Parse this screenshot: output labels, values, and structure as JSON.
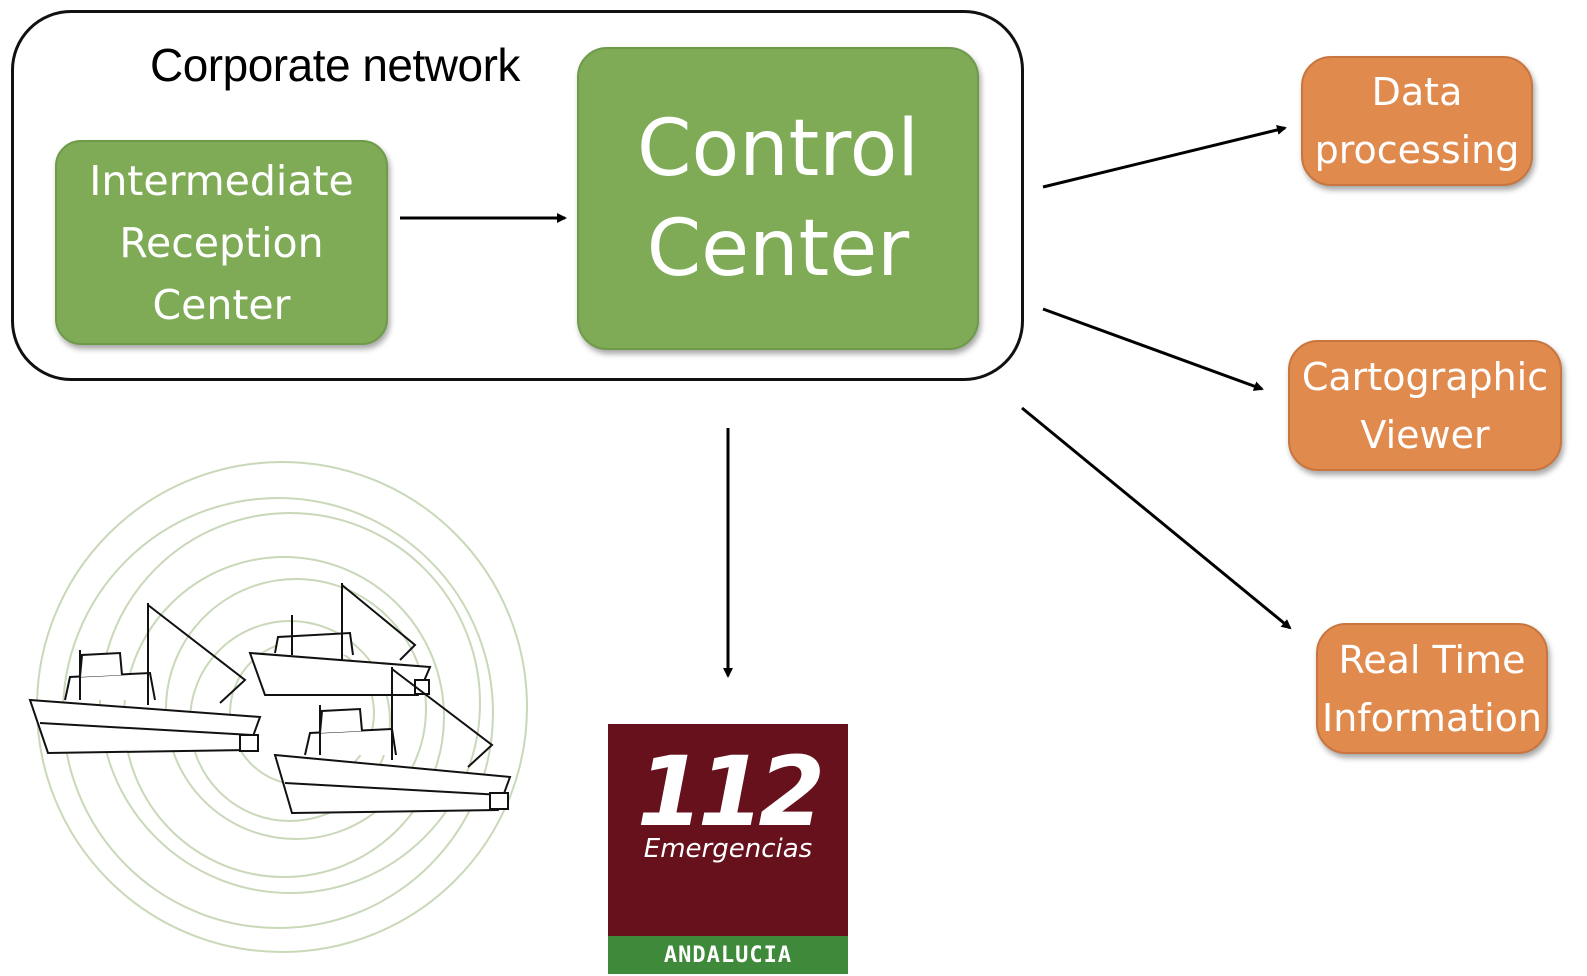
{
  "corporate_network": {
    "label": "Corporate network"
  },
  "nodes": {
    "intermediate_reception_center": "Intermediate\nReception\nCenter",
    "control_center": "Control\nCenter",
    "data_processing": "Data\nprocessing",
    "cartographic_viewer": "Cartographic\nViewer",
    "real_time_information": "Real Time\nInformation"
  },
  "logo_112": {
    "number": "112",
    "subtitle": "Emergencias",
    "region": "ANDALUCIA"
  },
  "colors": {
    "green_box": "#7fab57",
    "orange_box": "#e08a4d",
    "logo_maroon": "#66111c",
    "logo_green": "#3e8a3a",
    "signal_rings": "#c9d8b8"
  },
  "icons": [
    "fishing-boat-icon",
    "signal-rings-icon"
  ]
}
